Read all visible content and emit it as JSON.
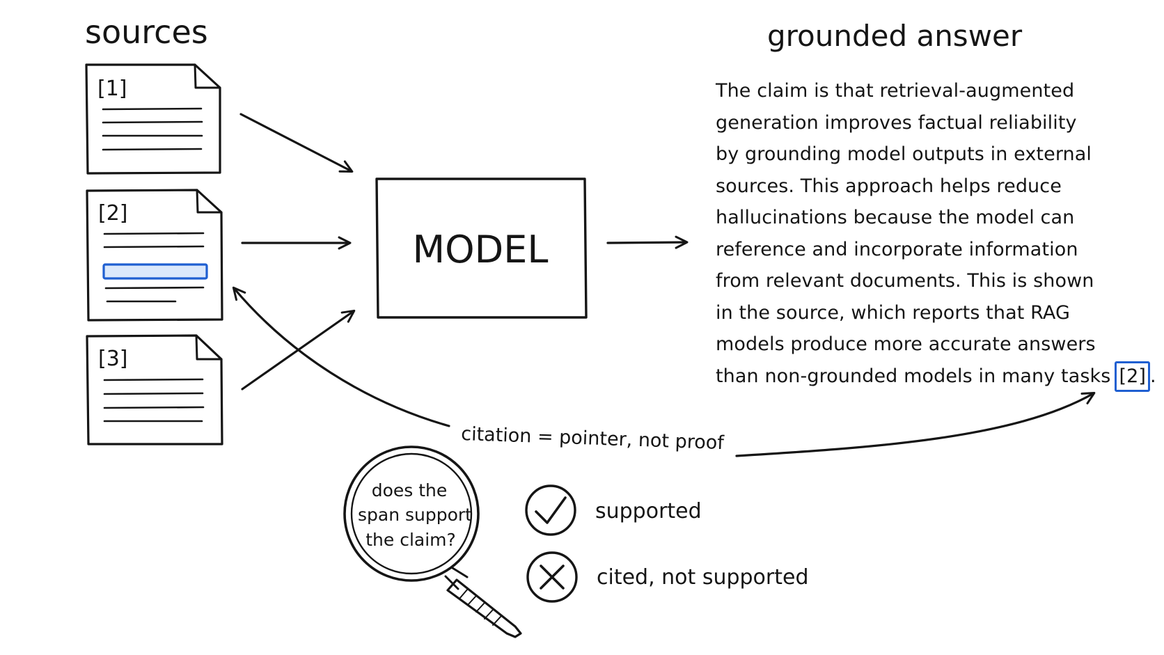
{
  "headings": {
    "sources": "sources",
    "answer": "grounded answer"
  },
  "sources": [
    {
      "label": "[1]"
    },
    {
      "label": "[2]",
      "highlighted": true
    },
    {
      "label": "[3]"
    }
  ],
  "model_label": "MODEL",
  "answer": {
    "lines": [
      "The claim is that retrieval-augmented",
      "generation improves factual reliability",
      "by grounding model outputs in external",
      "sources. This approach helps reduce",
      "hallucinations because the model can",
      "reference and incorporate information",
      "from relevant documents. This is shown",
      "in the source, which reports that RAG",
      "models produce more accurate answers"
    ],
    "last_line": "than non-grounded models in many tasks",
    "citation": "[2]",
    "end_punct": "."
  },
  "citation_note": "citation = pointer, not proof",
  "magnifier": {
    "line1": "does the",
    "line2": "span support",
    "line3": "the claim?"
  },
  "legend": {
    "supported": "supported",
    "not_supported": "cited, not supported"
  },
  "colors": {
    "ink": "#151515",
    "highlight": "#1f5fd1",
    "highlight_fill": "#dbe8fb"
  },
  "icons": {
    "check": "check-circle-icon",
    "cross": "x-circle-icon",
    "magnifier": "magnifying-glass-icon",
    "document": "document-icon"
  }
}
